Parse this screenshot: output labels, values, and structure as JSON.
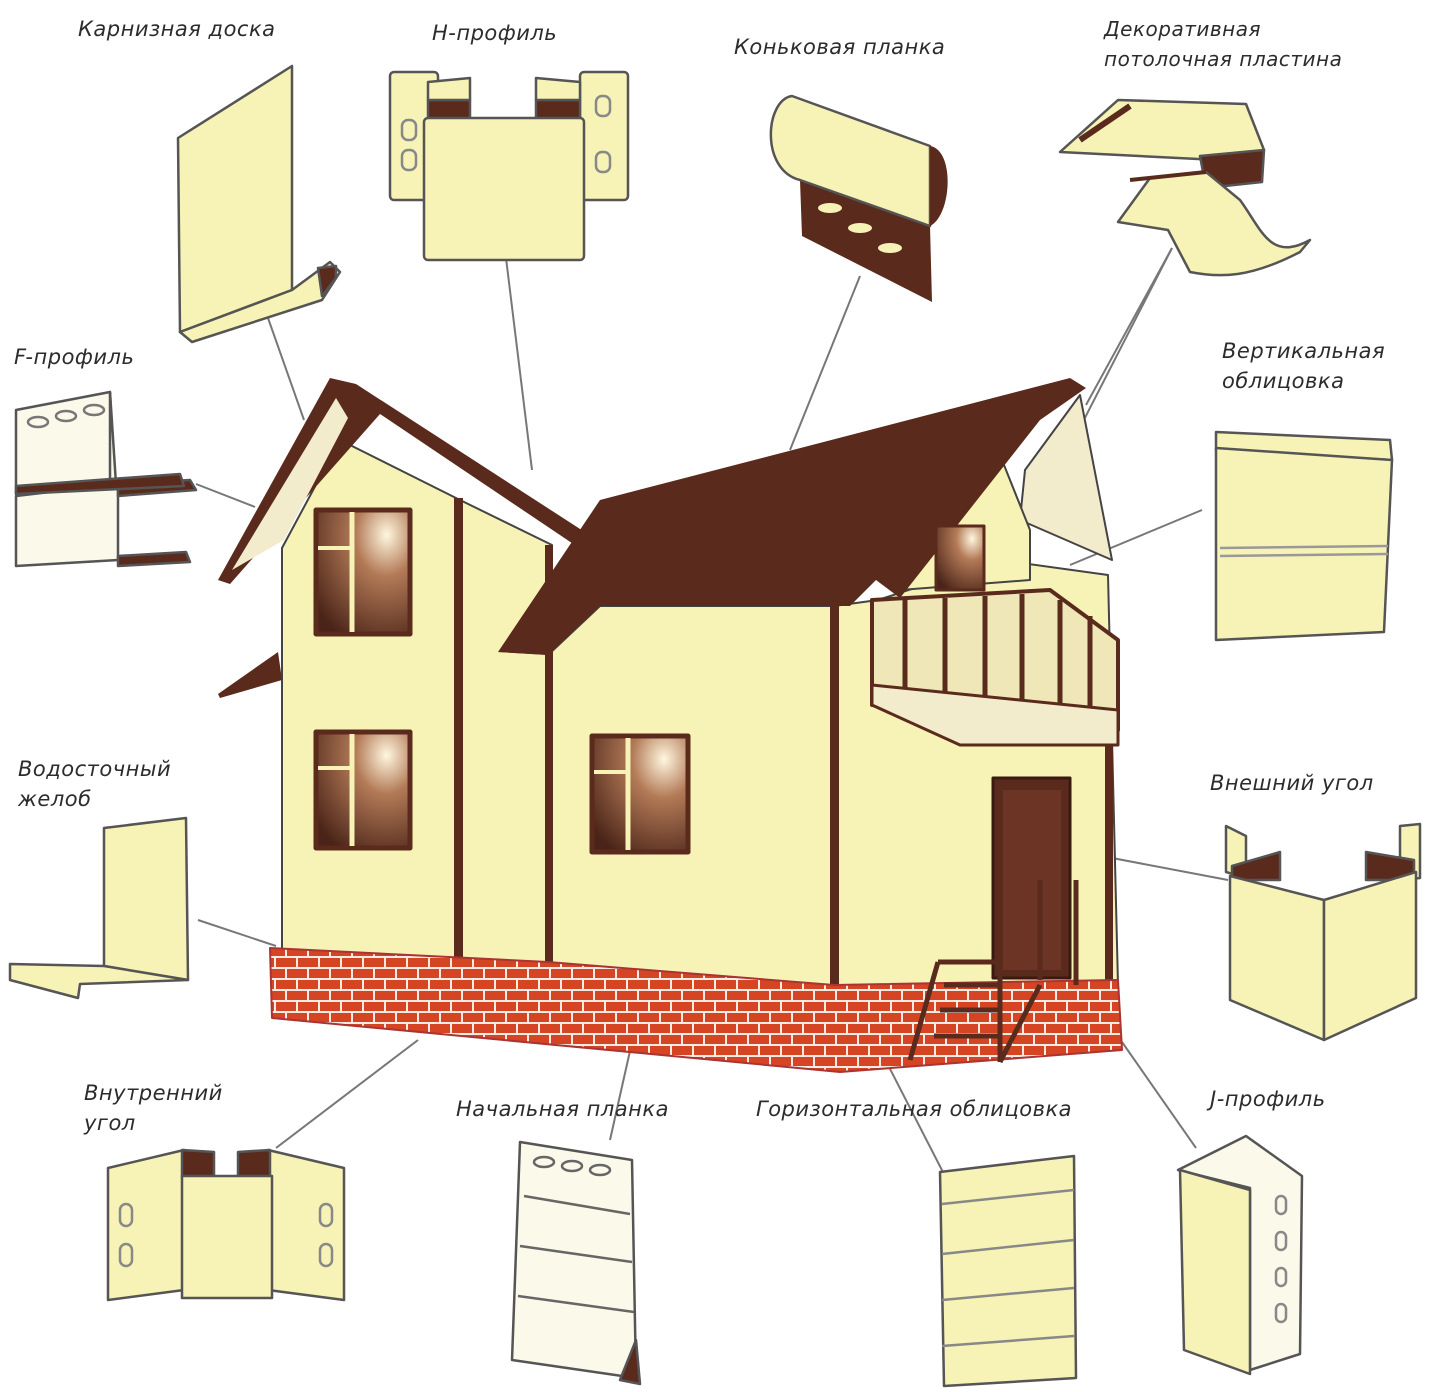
{
  "colors": {
    "siding": "#f7f2b6",
    "roof": "#5a2a1c",
    "trim": "#5a2a1c",
    "brick": "#d64523",
    "mortar": "#f4ece4",
    "outline": "#555555",
    "leader": "#777777"
  },
  "labels": {
    "karniznaya_doska": "Карнизная доска",
    "h_profil": "H-профиль",
    "konkovaya_planka": "Коньковая планка",
    "dekor_line1": "Декоративная",
    "dekor_line2": "потолочная пластина",
    "f_profil": "F-профиль",
    "vertikalnaya_line1": "Вертикальная",
    "vertikalnaya_line2": "облицовка",
    "vodostok_line1": "Водосточный",
    "vodostok_line2": "желоб",
    "vneshniy_ugol": "Внешний угол",
    "vnutrenniy_line1": "Внутренний",
    "vnutrenniy_line2": "угол",
    "nachalnaya_planka": "Начальная планка",
    "gorizontalnaya": "Горизонтальная облицовка",
    "j_profil": "J-профиль"
  }
}
